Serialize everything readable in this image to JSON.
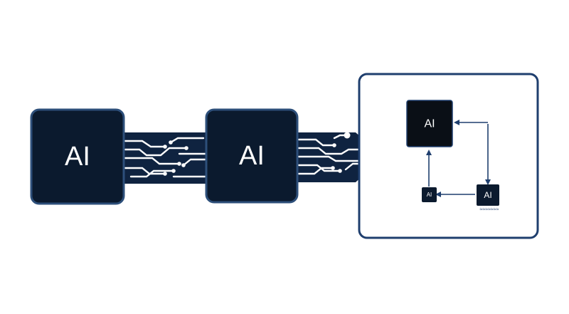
{
  "diagram": {
    "colors": {
      "chip_fill": "#0b1a2e",
      "chip_border": "#2d4f7a",
      "band_fill": "#0f2340",
      "circuit": "#ffffff",
      "panel_border": "#1f3f6e",
      "panel_fill": "#ffffff"
    },
    "chips": [
      {
        "label": "AI"
      },
      {
        "label": "AI"
      }
    ],
    "panel": {
      "nodes": [
        {
          "label": "AI"
        },
        {
          "label": "AI"
        },
        {
          "label": "AI"
        }
      ],
      "caption": "≈≈≈≈≈≈≈"
    }
  }
}
